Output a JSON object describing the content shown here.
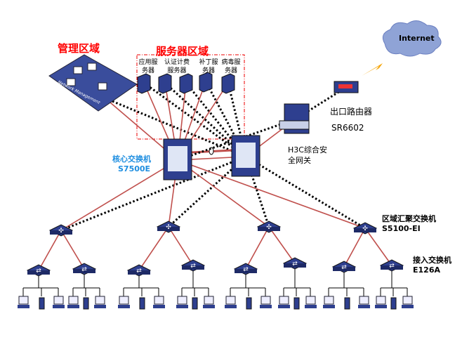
{
  "zones": {
    "management": "管理区域",
    "servers": "服务器区域"
  },
  "management_platform": "Network Management",
  "servers": [
    {
      "line1": "应用服",
      "line2": "务器"
    },
    {
      "line1": "认证计费",
      "line2": "服务器"
    },
    {
      "line1": "补丁服",
      "line2": "务器"
    },
    {
      "line1": "病毒服",
      "line2": "务器"
    }
  ],
  "core": {
    "name": "核心交换机",
    "model": "S7500E"
  },
  "firewall": {
    "line1": "H3C综合安",
    "line2": "全网关"
  },
  "router": {
    "name": "出口路由器",
    "model": "SR6602"
  },
  "internet": "Internet",
  "aggregation": {
    "name": "区域汇聚交换机",
    "model": "S5100-EI"
  },
  "access": {
    "name": "接入交换机",
    "model": "E126A"
  },
  "colors": {
    "link_solid": "#c0504d",
    "link_dotted": "#000000",
    "device": "#2e3f8f",
    "zone_label": "#ff0000",
    "core_label": "#1e8ee0",
    "cloud": "#8fa3d6",
    "lightning": "#f5a300"
  }
}
